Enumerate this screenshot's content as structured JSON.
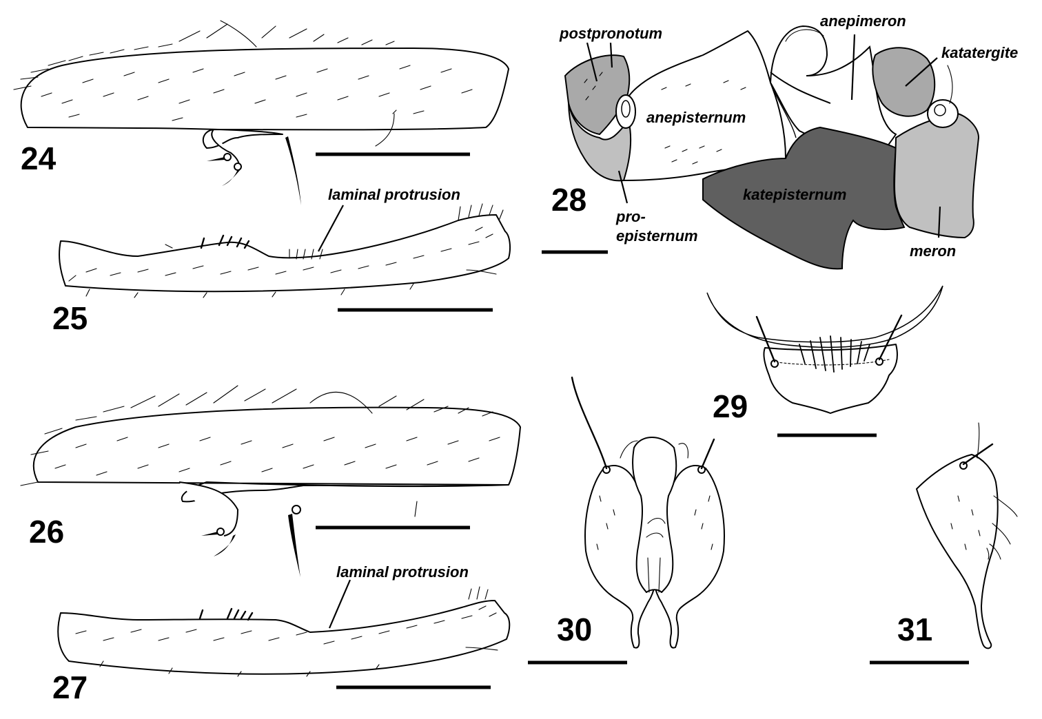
{
  "figure_numbers": [
    "24",
    "25",
    "26",
    "27",
    "28",
    "29",
    "30",
    "31"
  ],
  "labels": {
    "fig25_protrusion": "laminal protrusion",
    "fig27_protrusion": "laminal protrusion",
    "postpronotum": "postpronotum",
    "anepimeron": "anepimeron",
    "katatergite": "katatergite",
    "anepisternum": "anepisternum",
    "katepisternum": "katepisternum",
    "proepisternum_line1": "pro-",
    "proepisternum_line2": "episternum",
    "meron": "meron"
  },
  "colors": {
    "line": "#000000",
    "background": "#ffffff",
    "sclerite_light": "#c0c0c0",
    "sclerite_mid": "#a9a9a9",
    "katepisternum": "#5f5f5f"
  }
}
